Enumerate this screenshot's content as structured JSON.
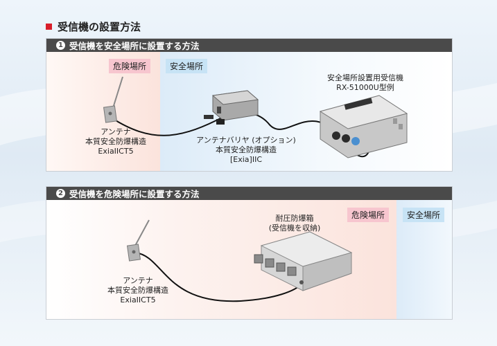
{
  "title": "受信機の設置方法",
  "panel1": {
    "number": "1",
    "heading": "受信機を安全場所に設置する方法",
    "danger_tag": "危険場所",
    "safe_tag": "安全場所",
    "antenna_label": [
      "アンテナ",
      "本質安全防爆構造",
      "ExiaIICT5"
    ],
    "barrier_label": [
      "アンテナバリヤ (オプション)",
      "本質安全防爆構造",
      "[Exia]IIC"
    ],
    "receiver_label": [
      "安全場所設置用受信機",
      "RX-51000U型例"
    ]
  },
  "panel2": {
    "number": "2",
    "heading": "受信機を危険場所に設置する方法",
    "danger_tag": "危険場所",
    "safe_tag": "安全場所",
    "antenna_label": [
      "アンテナ",
      "本質安全防爆構造",
      "ExiaIICT5"
    ],
    "box_label": [
      "耐圧防爆箱",
      "(受信機を収納)"
    ]
  },
  "colors": {
    "accent": "#d81e2a",
    "danger_zone": "#fbe3dc",
    "safe_zone": "#dcebf8",
    "header": "#4a4a4a"
  }
}
